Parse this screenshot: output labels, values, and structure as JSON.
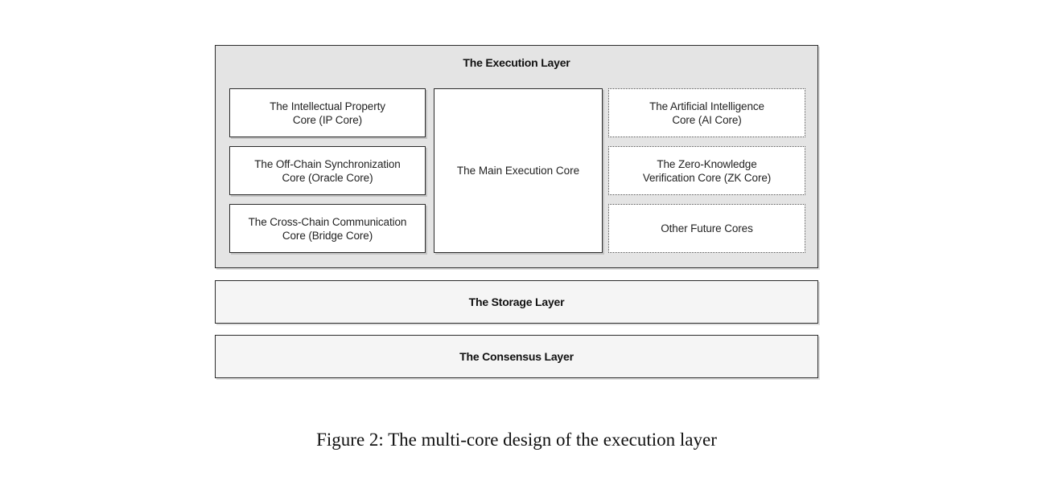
{
  "figure": {
    "caption": "Figure 2: The multi-core design of the execution layer"
  },
  "colors": {
    "execution_layer_bg": "#e4e4e4",
    "storage_consensus_bg": "#f5f5f5",
    "core_box_bg": "#ffffff",
    "border": "#2b2b2b",
    "text": "#111111"
  },
  "layers": {
    "execution": {
      "title": "The Execution Layer",
      "left_cores": [
        {
          "label": "The Intellectual Property\nCore (IP Core)"
        },
        {
          "label": "The Off-Chain Synchronization\nCore (Oracle Core)"
        },
        {
          "label": "The Cross-Chain Communication\nCore (Bridge Core)"
        }
      ],
      "main_core": {
        "label": "The Main Execution Core"
      },
      "right_cores": [
        {
          "label": "The Artificial Intelligence\nCore (AI Core)"
        },
        {
          "label": "The Zero-Knowledge\nVerification Core (ZK Core)"
        },
        {
          "label": "Other Future Cores"
        }
      ]
    },
    "storage": {
      "title": "The Storage Layer"
    },
    "consensus": {
      "title": "The Consensus Layer"
    }
  }
}
